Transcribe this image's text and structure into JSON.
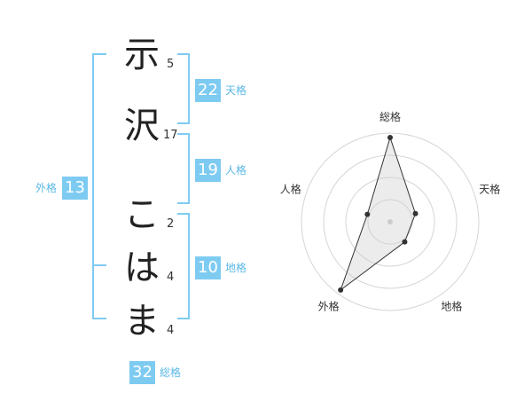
{
  "name": {
    "characters": [
      {
        "char": "示",
        "strokes": "5"
      },
      {
        "char": "沢",
        "strokes": "17"
      },
      {
        "char": "こ",
        "strokes": "2"
      },
      {
        "char": "は",
        "strokes": "4"
      },
      {
        "char": "ま",
        "strokes": "4"
      }
    ]
  },
  "fortunes": {
    "tenkaku": {
      "value": "22",
      "label": "天格"
    },
    "jinkaku": {
      "value": "19",
      "label": "人格"
    },
    "chikaku": {
      "value": "10",
      "label": "地格"
    },
    "gaikaku": {
      "value": "13",
      "label": "外格"
    },
    "soukaku": {
      "value": "32",
      "label": "総格"
    }
  },
  "colors": {
    "accent": "#7ecbf2",
    "label": "#5bb8e6",
    "text": "#222222"
  },
  "chart_data": {
    "type": "radar",
    "axes": [
      "総格",
      "天格",
      "地格",
      "外格",
      "人格"
    ],
    "values": [
      0.95,
      0.3,
      0.28,
      0.95,
      0.27
    ],
    "range": [
      0,
      1
    ],
    "rings": 4,
    "grid": true
  }
}
